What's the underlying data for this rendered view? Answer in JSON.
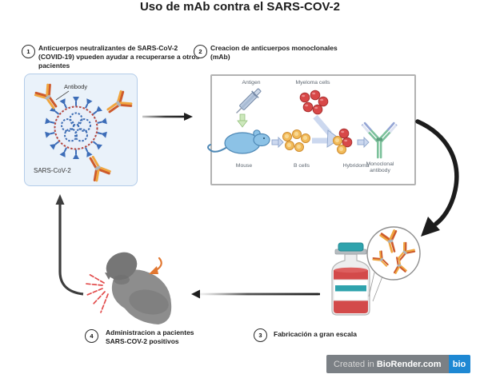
{
  "title": "Uso de mAb contra el SARS-COV-2",
  "steps": [
    {
      "number": "1",
      "label": "Anticuerpos neutralizantes de SARS-CoV-2 (COVID-19) vpueden ayudar a recuperarse a otros pacientes"
    },
    {
      "number": "2",
      "label": "Creacion de anticuerpos monoclonales (mAb)"
    },
    {
      "number": "3",
      "label": "Fabricación a gran escala"
    },
    {
      "number": "4",
      "label": "Administracion a pacientes SARS-COV-2 positivos"
    }
  ],
  "panel_virus": {
    "antibody_label": "Antibody",
    "virus_label": "SARS-CoV-2"
  },
  "panel_mab": {
    "antigen_label": "Antigen",
    "myeloma_label": "Myeloma cells",
    "mouse_label": "Mouse",
    "b_cells_label": "B cells",
    "hybridoma_label": "Hybridoma",
    "monoclonal_label": "Monoclonal antibody"
  },
  "watermark": {
    "prefix": "Created in ",
    "brand": "BioRender.com",
    "logo_text": "bio"
  },
  "colors": {
    "antibody_orange": "#f0a63f",
    "antibody_red": "#cd5a2c",
    "virus_blue": "#3d6db8",
    "membrane_red": "#b5443c",
    "cell_yellow": "#f2bb5a",
    "cell_red": "#d84848",
    "mab_green": "#7cc19b",
    "mab_blue": "#94a5d5",
    "vial_teal": "#2fa3ad",
    "liquid_red": "#d34a4a",
    "cough_red": "#e24c4c",
    "highlight_orange": "#e1762f",
    "watermark_gray": "#7b8085",
    "watermark_blue": "#1e88d3"
  }
}
